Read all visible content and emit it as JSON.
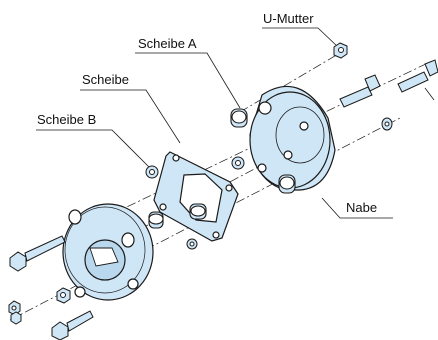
{
  "labels": {
    "scheibe_b": "Scheibe B",
    "scheibe": "Scheibe",
    "scheibe_a": "Scheibe A",
    "u_mutter": "U-Mutter",
    "nabe": "Nabe"
  },
  "colors": {
    "part_fill": "#cfe6f6",
    "part_stroke": "#1a1a1a",
    "background": "#ffffff",
    "leader": "#1a1a1a"
  }
}
